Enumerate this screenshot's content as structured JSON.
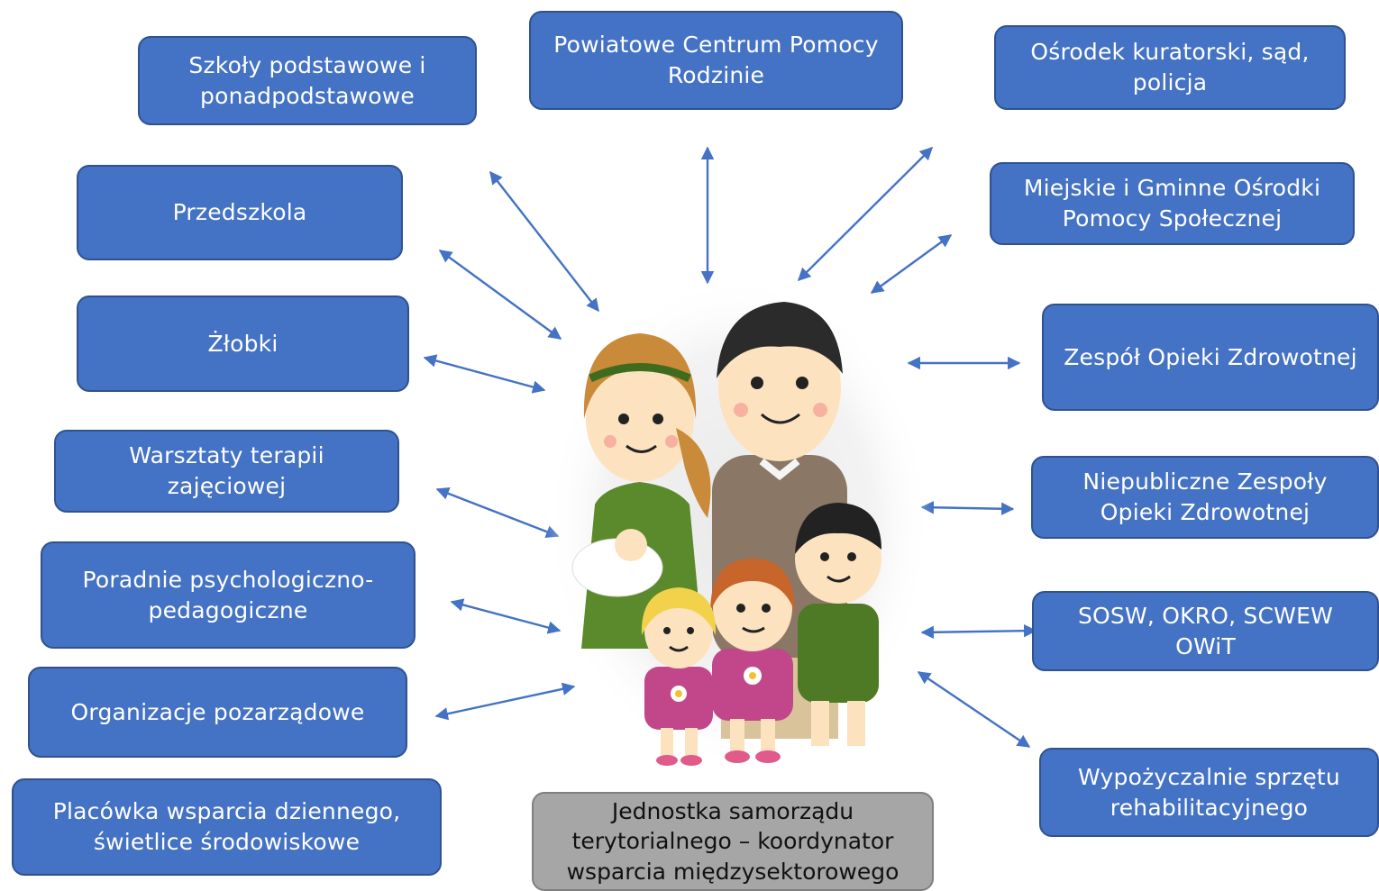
{
  "center": {
    "illustration": "family-illustration",
    "coordinator_label": "Jednostka samorządu terytorialnego – koordynator wsparcia międzysektorowego",
    "coordinator_color": "#a6a6a6"
  },
  "colors": {
    "node_fill": "#4472c4",
    "node_border": "#2f528f",
    "arrow": "#4472c4"
  },
  "nodes": {
    "szkoly": "Szkoły podstawowe i ponadpodstawowe",
    "pcpr": "Powiatowe Centrum Pomocy Rodzinie",
    "osrodek": "Ośrodek kuratorski, sąd, policja",
    "przedszkola": "Przedszkola",
    "mgops": "Miejskie i Gminne Ośrodki Pomocy Społecznej",
    "zlobki": "Żłobki",
    "zoz": "Zespół Opieki Zdrowotnej",
    "warsztaty": "Warsztaty terapii zajęciowej",
    "nzoz": "Niepubliczne Zespoły Opieki Zdrowotnej",
    "poradnie": "Poradnie psychologiczno-pedagogiczne",
    "sosw": "SOSW, OKRO, SCWEW OWiT",
    "organizacje": "Organizacje pozarządowe",
    "wypozyczalnie": "Wypożyczalnie sprzętu rehabilitacyjnego",
    "placowka": "Placówka  wsparcia dziennego, świetlice środowiskowe"
  }
}
